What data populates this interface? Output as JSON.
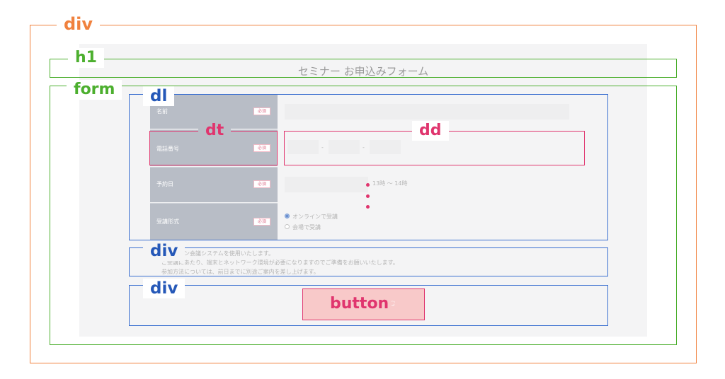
{
  "annotations": {
    "outer_div": "div",
    "h1": "h1",
    "form": "form",
    "dl": "dl",
    "dt": "dt",
    "dd": "dd",
    "notes_div": "div",
    "button_div": "div",
    "button": "button"
  },
  "form": {
    "title": "セミナー お申込みフォーム",
    "required_badge": "必須",
    "rows": [
      {
        "label": "名前"
      },
      {
        "label": "電話番号",
        "separator": "-"
      },
      {
        "label": "予約日",
        "time_hint": "13時 〜 14時"
      },
      {
        "label": "受講形式",
        "options": [
          "オンラインで受講",
          "会場で受講"
        ]
      }
    ],
    "notes": [
      "オンライン会議システムを使用いたします。",
      "ご受講にあたり、端末とネットワーク環境が必要になりますのでご準備をお願いいたします。",
      "参加方法については、前日までに別途ご案内を差し上げます。"
    ],
    "submit_label": "上記の内容で申し込む"
  },
  "colors": {
    "div_frame": "#f0813d",
    "h1_form_frame": "#4caf2e",
    "dl_div_frame": "#3a6fd0",
    "dt_dd_button_frame": "#e0356e"
  }
}
